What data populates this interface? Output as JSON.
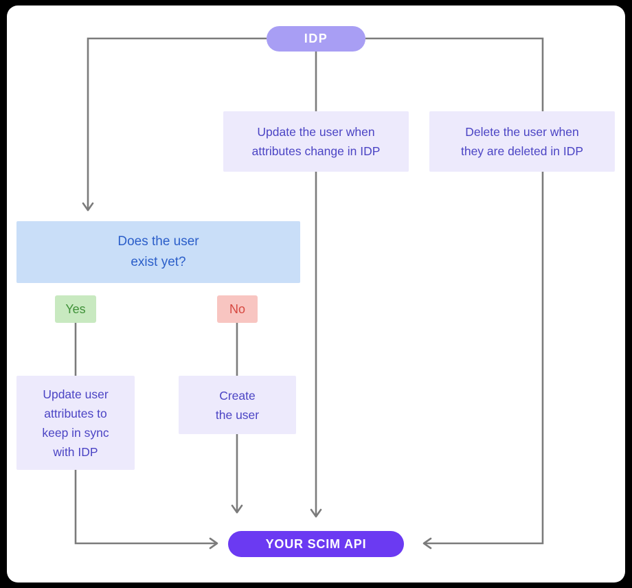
{
  "nodes": {
    "idp": "IDP",
    "update_user": "Update the user when\nattributes change in IDP",
    "delete_user": "Delete the user when\nthey are deleted in IDP",
    "decision": "Does the user\nexist yet?",
    "yes": "Yes",
    "no": "No",
    "update_attributes": "Update user\nattributes to\nkeep in sync\nwith IDP",
    "create_user": "Create\nthe user",
    "scim_api": "YOUR SCIM API"
  },
  "edges": [
    {
      "from": "idp",
      "to": "decision",
      "arrow": true
    },
    {
      "from": "idp",
      "to": "scim_api",
      "arrow": true
    },
    {
      "from": "idp",
      "to": "scim_api",
      "via": "right-side",
      "arrow": true
    },
    {
      "from": "yes",
      "to": "update_attributes",
      "arrow": false
    },
    {
      "from": "no",
      "to": "create_user",
      "arrow": false
    },
    {
      "from": "update_attributes",
      "to": "scim_api",
      "arrow": true
    },
    {
      "from": "create_user",
      "to": "scim_api",
      "arrow": true
    }
  ],
  "colors": {
    "page_bg": "#000000",
    "canvas_bg": "#ffffff",
    "idp_pill_bg": "#a89ef4",
    "idp_pill_text": "#ffffff",
    "lavender_box_bg": "#edeafc",
    "lavender_box_text": "#4b44c4",
    "decision_box_bg": "#c9def8",
    "decision_box_text": "#2b5ec9",
    "yes_badge_bg": "#c8e9c0",
    "yes_badge_text": "#3f9138",
    "no_badge_bg": "#f8c5c1",
    "no_badge_text": "#d64840",
    "scim_pill_bg": "#6b3af2",
    "scim_pill_text": "#ffffff",
    "connector": "#7b7b7b"
  }
}
